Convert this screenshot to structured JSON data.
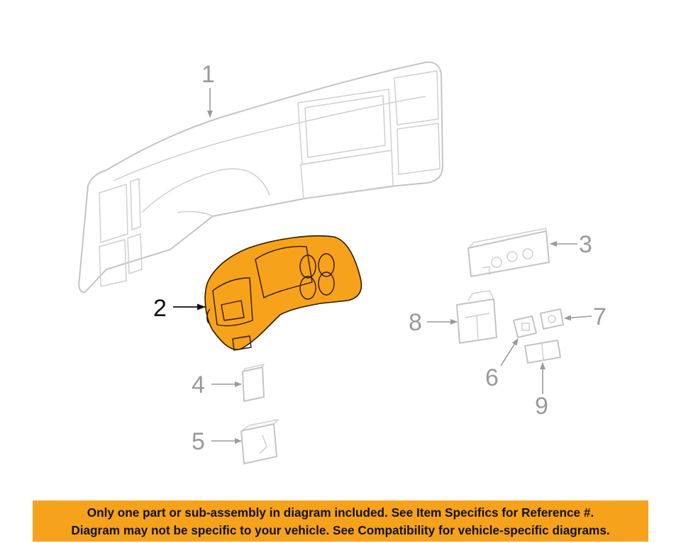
{
  "diagram": {
    "callouts": [
      {
        "id": "1",
        "label": "1"
      },
      {
        "id": "2",
        "label": "2"
      },
      {
        "id": "3",
        "label": "3"
      },
      {
        "id": "4",
        "label": "4"
      },
      {
        "id": "5",
        "label": "5"
      },
      {
        "id": "6",
        "label": "6"
      },
      {
        "id": "7",
        "label": "7"
      },
      {
        "id": "8",
        "label": "8"
      },
      {
        "id": "9",
        "label": "9"
      }
    ],
    "highlighted_part": "2",
    "colors": {
      "highlight": "#f7a21b",
      "highlight_shade": "#e8891a",
      "faint_outline": "#c4c4c4",
      "callout_gray": "#9a9a9a"
    }
  },
  "banner": {
    "line1": "Only one part or sub-assembly in diagram included. See Item Specifics for Reference #.",
    "line2": "Diagram may not be specific to your vehicle. See Compatibility for vehicle-specific diagrams.",
    "background": "#f7a21b"
  }
}
